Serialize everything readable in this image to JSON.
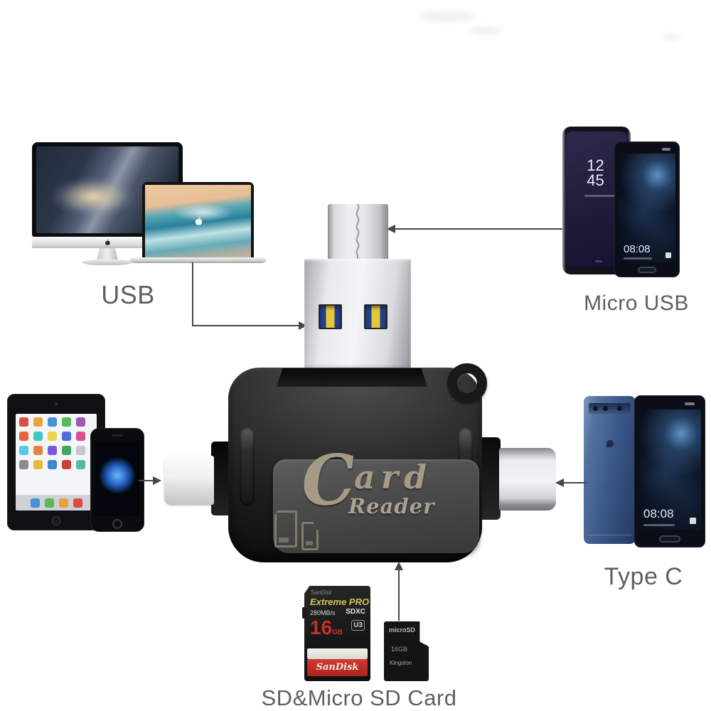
{
  "title": "4-in-1 card reader connection diagram",
  "labels": {
    "usb": "USB",
    "micro_usb": "Micro USB",
    "type_c": "Type C",
    "sd_card": "SD&Micro SD Card"
  },
  "logo": {
    "c": "C",
    "ard": "ard",
    "reader": "Reader"
  },
  "phones": {
    "samsung_clock_hh": "12",
    "samsung_clock_mm": "45",
    "huawei_top_clock": "08:08",
    "huawei_bottom_clock": "08:08"
  },
  "sd_card": {
    "brand_top": "SanDisk",
    "series": "Extreme PRO",
    "speed": "280MB/s",
    "sdxc": "SDXC",
    "speed_class": "U3",
    "capacity": "16",
    "capacity_unit": "GB",
    "brand_bottom": "SanDisk"
  },
  "micro_sd": {
    "type": "microSD",
    "capacity": "16GB",
    "brand": "Kingston"
  },
  "colors": {
    "label_text": "#5f5f5f",
    "arrow": "#474747",
    "logo_text": "#a49a86",
    "reader_body": "#1f1f1f",
    "sandisk_red": "#c4302b",
    "extreme_yellow": "#d5c456",
    "usb_pin_blue": "#23418c",
    "usb_pin_yellow": "#e5c83a",
    "huawei_blue": "#3e5a8a"
  }
}
